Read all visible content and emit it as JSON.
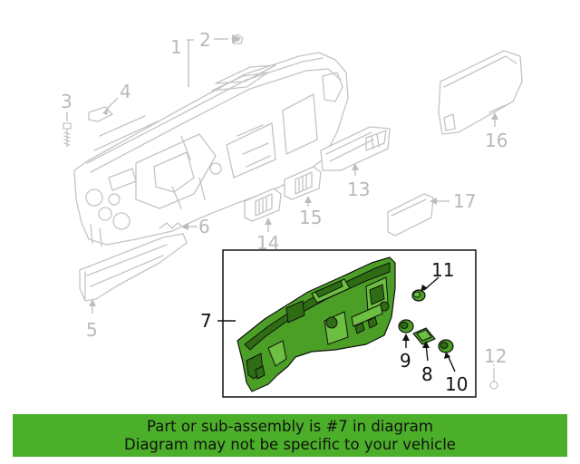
{
  "callouts": {
    "c1": "1",
    "c2": "2",
    "c3": "3",
    "c4": "4",
    "c5": "5",
    "c6": "6",
    "c7": "7",
    "c8": "8",
    "c9": "9",
    "c10": "10",
    "c11": "11",
    "c12": "12",
    "c13": "13",
    "c14": "14",
    "c15": "15",
    "c16": "16",
    "c17": "17"
  },
  "footer": {
    "line1": "Part or sub-assembly is #7 in diagram",
    "line2": "Diagram may not be specific to your vehicle"
  },
  "colors": {
    "highlight_part": "#4b9f26",
    "banner": "#4caf2a",
    "muted_line": "#c4c4c4",
    "muted_text": "#b9b9b9",
    "dark_text": "#111111"
  }
}
